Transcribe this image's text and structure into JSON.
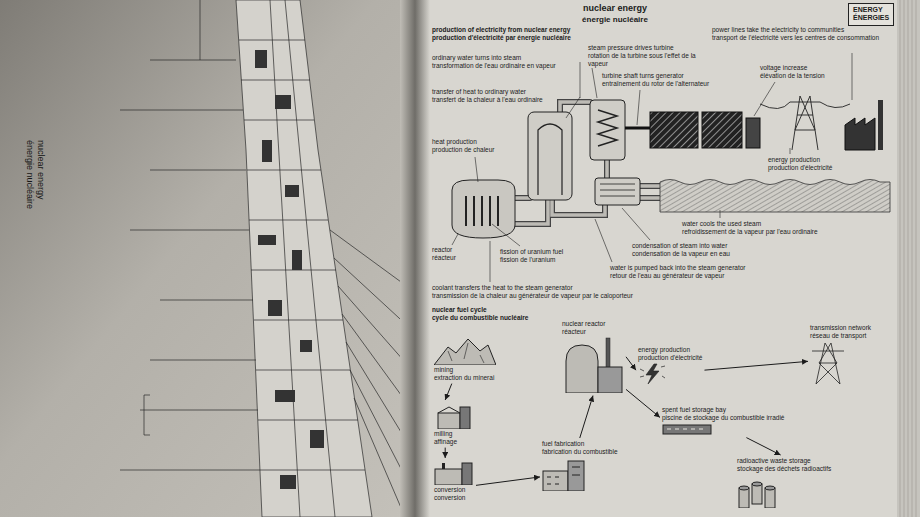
{
  "diagram": {
    "title": "nuclear energy",
    "nodes": [
      {
        "text": [
          "ENERGY",
          "ÉNERGIES"
        ]
      },
      {
        "text": [
          "nuclear reactor",
          "réacteur"
        ]
      },
      {
        "text": [
          "transmission network",
          "réseau de transport"
        ]
      },
      {
        "text": [
          "mining",
          "extraction du minerai"
        ]
      },
      {
        "text": [
          "energy production",
          "production d'électricité"
        ]
      },
      {
        "text": [
          "milling",
          "affinage"
        ]
      },
      {
        "text": [
          "spent fuel storage bay",
          "piscine de stockage du combustible irradié"
        ]
      },
      {
        "text": [
          "fuel fabrication",
          "fabrication du combustible"
        ]
      },
      {
        "text": [
          "radioactive waste storage",
          "stockage des déchets radioactifs"
        ]
      },
      {
        "text": [
          "conversion",
          "conversion"
        ]
      }
    ],
    "edges": [
      {
        "from": 3,
        "to": 5,
        "arrow": "to"
      },
      {
        "from": 5,
        "to": 9,
        "arrow": "to"
      },
      {
        "from": 9,
        "to": 7,
        "arrow": "to"
      },
      {
        "from": 7,
        "to": 1,
        "arrow": "to"
      },
      {
        "from": 1,
        "to": 4,
        "arrow": "to"
      },
      {
        "from": 4,
        "to": 2,
        "arrow": "to"
      },
      {
        "from": 1,
        "to": 6,
        "arrow": "to"
      },
      {
        "from": 6,
        "to": 8,
        "arrow": "to"
      }
    ],
    "labels": [
      "énergie nucléaire",
      "production of electricity from nuclear energy",
      "production d'électricité par énergie nucléaire",
      "power lines take the electricity to communities",
      "transport de l'électricité vers les centres de consommation",
      "steam pressure drives turbine",
      "rotation de la turbine sous l'effet de la vapeur",
      "ordinary water turns into steam",
      "transformation de l'eau ordinaire en vapeur",
      "turbine shaft turns generator",
      "entraînement du rotor de l'alternateur",
      "voltage increase",
      "élévation de la tension",
      "transfer of heat to ordinary water",
      "transfert de la chaleur à l'eau ordinaire",
      "heat production",
      "production de chaleur",
      "energy production",
      "production d'électricité",
      "water cools the used steam",
      "refroidissement de la vapeur par l'eau ordinaire",
      "condensation of steam into water",
      "condensation de la vapeur en eau",
      "fission of uranium fuel",
      "fission de l'uranium",
      "reactor",
      "réacteur",
      "water is pumped back into the steam generator",
      "retour de l'eau au générateur de vapeur",
      "coolant transfers the heat to the steam generator",
      "transmission de la chaleur au générateur de vapeur par le caloporteur",
      "nuclear fuel cycle",
      "cycle du combustible nucléaire",
      "nuclear energy",
      "énergie nucléaire"
    ]
  }
}
